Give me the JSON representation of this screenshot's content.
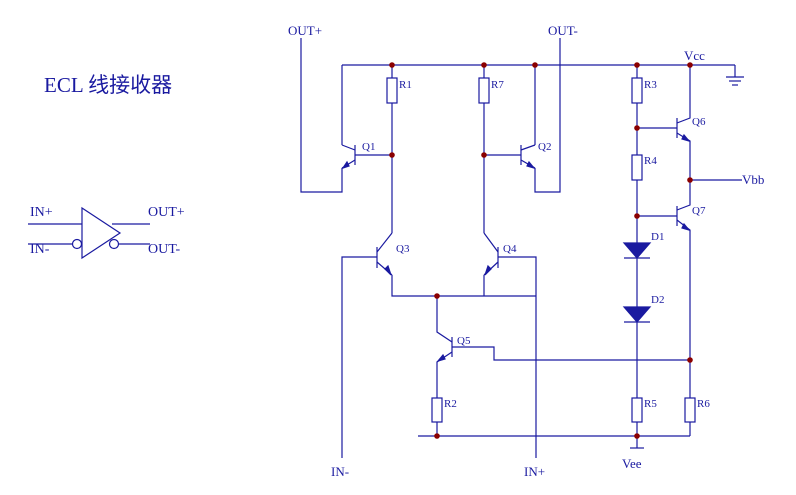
{
  "title": "ECL 线接收器",
  "colors": {
    "wire": "#1a1aa0",
    "junction": "#8b0000",
    "background": "#ffffff"
  },
  "symbol": {
    "in_plus": "IN+",
    "in_minus": "IN-",
    "out_plus": "OUT+",
    "out_minus": "OUT-",
    "icon": "differential-line-receiver-icon"
  },
  "terminals": {
    "out_plus": "OUT+",
    "out_minus": "OUT-",
    "vcc": "Vcc",
    "vbb": "Vbb",
    "vee": "Vee",
    "in_minus": "IN-",
    "in_plus": "IN+"
  },
  "transistors": {
    "q1": "Q1",
    "q2": "Q2",
    "q3": "Q3",
    "q4": "Q4",
    "q5": "Q5",
    "q6": "Q6",
    "q7": "Q7"
  },
  "resistors": {
    "r1": "R1",
    "r2": "R2",
    "r3": "R3",
    "r4": "R4",
    "r5": "R5",
    "r6": "R6",
    "r7": "R7"
  },
  "diodes": {
    "d1": "D1",
    "d2": "D2"
  }
}
